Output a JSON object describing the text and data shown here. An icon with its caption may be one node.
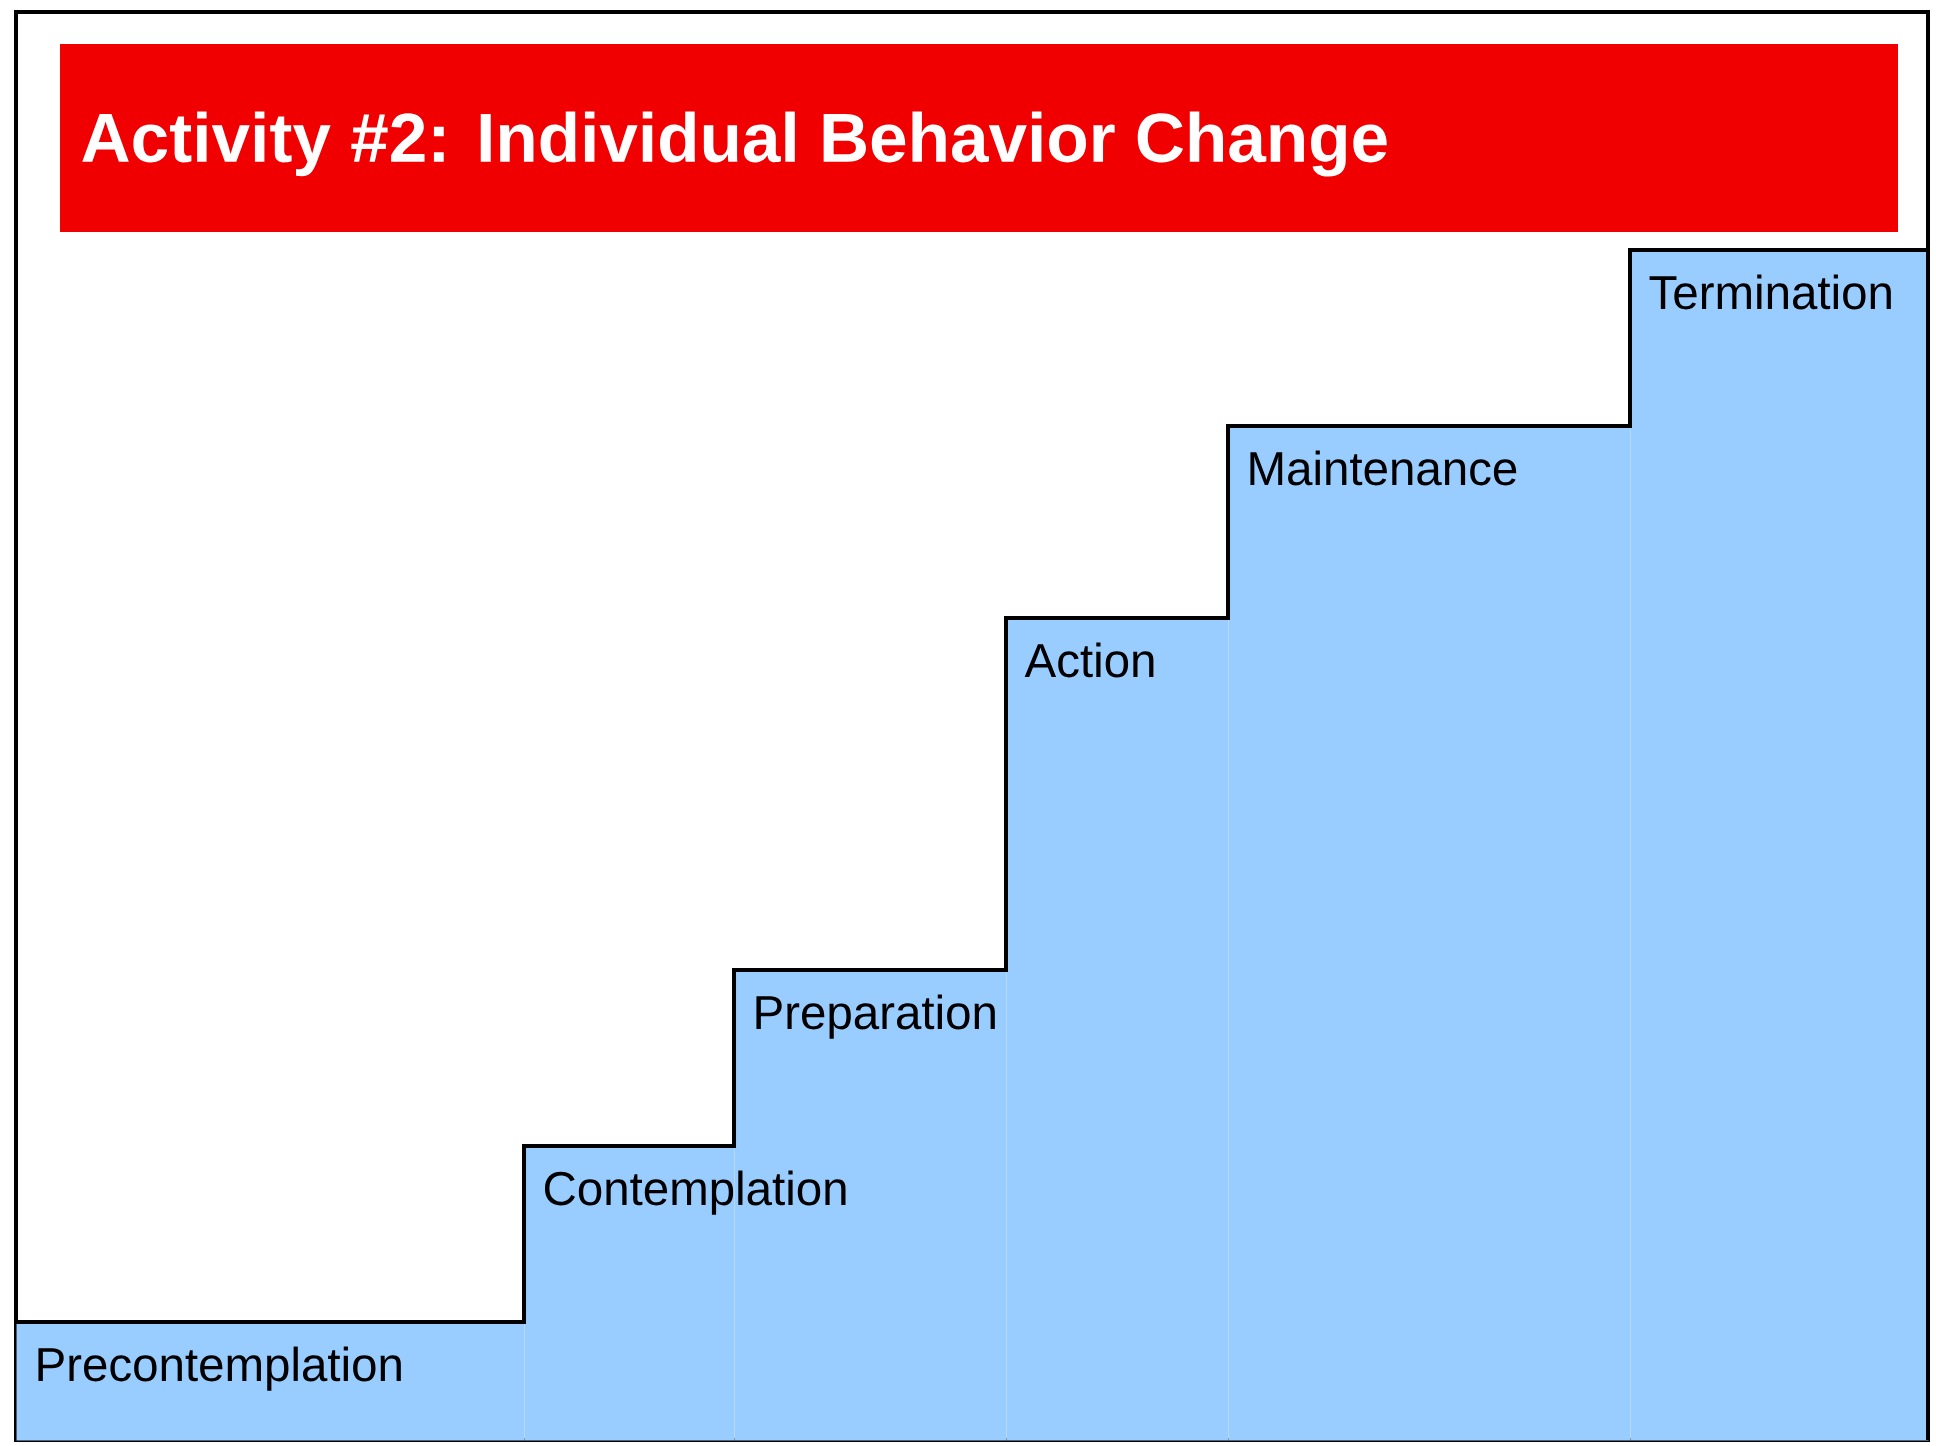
{
  "diagram": {
    "title": "Activity #2: Individual Behavior Change",
    "nodes": [
      {
        "text": [
          "Precontemplation"
        ]
      },
      {
        "text": [
          "Contemplation"
        ]
      },
      {
        "text": [
          "Preparation"
        ]
      },
      {
        "text": [
          "Action"
        ]
      },
      {
        "text": [
          "Maintenance"
        ]
      },
      {
        "text": [
          "Termination"
        ]
      }
    ]
  }
}
